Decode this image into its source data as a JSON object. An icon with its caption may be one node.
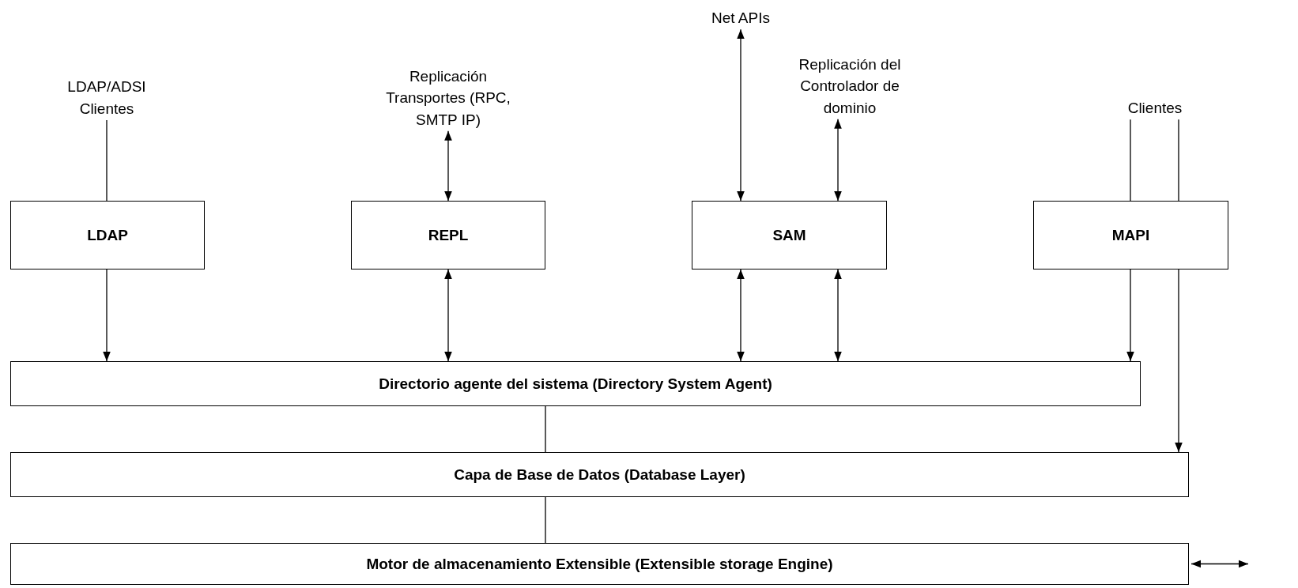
{
  "diagram": {
    "nodes": [
      {
        "text": [
          "LDAP/ADSI Clientes"
        ]
      },
      {
        "text": [
          "Replicación Transportes (RPC, SMTP IP)"
        ]
      },
      {
        "text": [
          "Net APIs"
        ]
      },
      {
        "text": [
          "Replicación del Controlador de dominio"
        ]
      },
      {
        "text": [
          "Clientes"
        ]
      },
      {
        "text": [
          "LDAP"
        ]
      },
      {
        "text": [
          "REPL"
        ]
      },
      {
        "text": [
          "SAM"
        ]
      },
      {
        "text": [
          "MAPI"
        ]
      },
      {
        "text": [
          "Directorio agente del sistema (Directory System Agent)"
        ]
      },
      {
        "text": [
          "Capa de Base de Datos (Database Layer)"
        ]
      },
      {
        "text": [
          "Motor de almacenamiento Extensible (Extensible storage Engine)"
        ]
      }
    ],
    "edges": [
      {
        "from": 0,
        "to": 5,
        "arrow": "none"
      },
      {
        "from": 1,
        "to": 6,
        "arrow": "both"
      },
      {
        "from": 2,
        "to": 7,
        "arrow": "both"
      },
      {
        "from": 3,
        "to": 7,
        "arrow": "both"
      },
      {
        "from": 4,
        "to": 8,
        "arrow": "none"
      },
      {
        "from": 4,
        "to": 8,
        "arrow": "none"
      },
      {
        "from": 8,
        "to": 10,
        "arrow": "to"
      },
      {
        "from": 5,
        "to": 9,
        "arrow": "to"
      },
      {
        "from": 6,
        "to": 9,
        "arrow": "both"
      },
      {
        "from": 7,
        "to": 9,
        "arrow": "both"
      },
      {
        "from": 7,
        "to": 9,
        "arrow": "both"
      },
      {
        "from": 8,
        "to": 9,
        "arrow": "to"
      },
      {
        "from": 9,
        "to": 10,
        "arrow": "none"
      },
      {
        "from": 10,
        "to": 11,
        "arrow": "none"
      },
      {
        "from": 11,
        "to": null,
        "arrow": "both"
      }
    ]
  }
}
